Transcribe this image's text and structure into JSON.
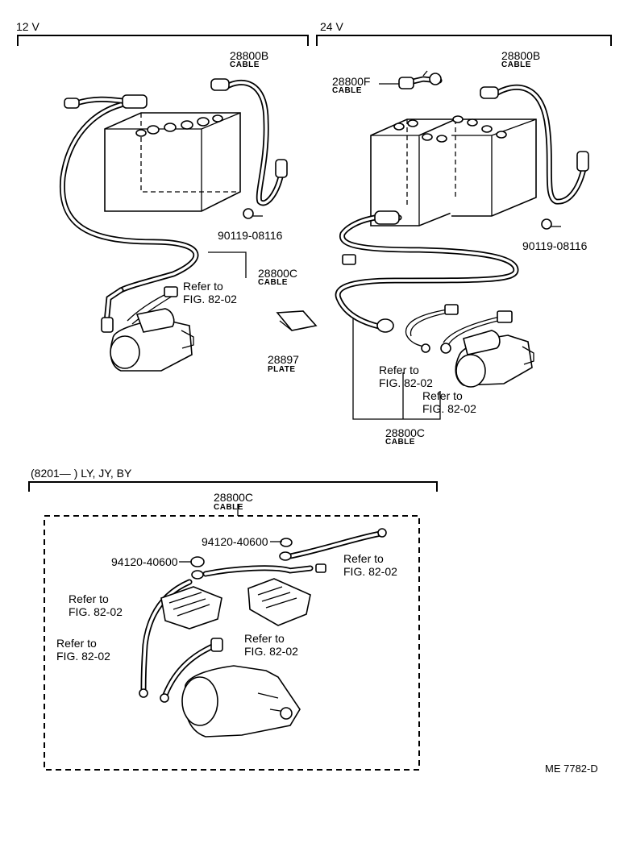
{
  "sections": {
    "v12": {
      "title": "12 V"
    },
    "v24": {
      "title": "24 V"
    },
    "lower": {
      "title": "(8201—        ) LY, JY, BY"
    }
  },
  "labels": {
    "v12_28800B": {
      "part": "28800B",
      "name": "CABLE"
    },
    "v12_bolt": {
      "part": "90119-08116"
    },
    "v12_28800C": {
      "part": "28800C",
      "name": "CABLE"
    },
    "v12_refer": {
      "line1": "Refer to",
      "line2": "FIG. 82-02"
    },
    "plate": {
      "part": "28897",
      "name": "PLATE"
    },
    "v24_28800F": {
      "part": "28800F",
      "name": "CABLE"
    },
    "v24_28800B": {
      "part": "28800B",
      "name": "CABLE"
    },
    "v24_bolt": {
      "part": "90119-08116"
    },
    "v24_refer_a": {
      "line1": "Refer to",
      "line2": "FIG. 82-02"
    },
    "v24_refer_b": {
      "line1": "Refer to",
      "line2": "FIG. 82-02"
    },
    "v24_28800C": {
      "part": "28800C",
      "name": "CABLE"
    },
    "low_28800C": {
      "part": "28800C",
      "name": "CABLE"
    },
    "low_nut_a": {
      "part": "94120-40600"
    },
    "low_nut_b": {
      "part": "94120-40600"
    },
    "low_refer_a": {
      "line1": "Refer to",
      "line2": "FIG. 82-02"
    },
    "low_refer_b": {
      "line1": "Refer to",
      "line2": "FIG. 82-02"
    },
    "low_refer_c": {
      "line1": "Refer to",
      "line2": "FIG. 82-02"
    },
    "low_refer_d": {
      "line1": "Refer to",
      "line2": "FIG. 82-02"
    }
  },
  "footer": {
    "code": "ME  7782-D"
  }
}
